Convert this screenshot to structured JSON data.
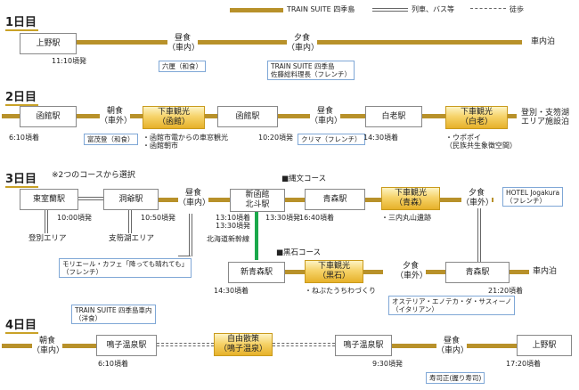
{
  "legend": {
    "train_suite": "TRAIN SUITE 四季島",
    "other": "列車、バス等",
    "walk": "徒歩"
  },
  "day1": {
    "title": "1日目",
    "ueno": "上野駅",
    "ueno_time": "11:10頃発",
    "lunch": "昼食\n（車内）",
    "lunch_note": "六厘（和食）",
    "dinner": "夕食\n（車内）",
    "dinner_note": "TRAIN SUITE 四季島\n佐藤総料理長（フレンチ）",
    "end": "車内泊"
  },
  "day2": {
    "title": "2日目",
    "hakodate1": "函館駅",
    "hakodate1_time": "6:10頃着",
    "breakfast": "朝食\n（車外）",
    "breakfast_note": "富茂登（和食）",
    "tour1": "下車観光\n（函館）",
    "tour1_notes": "・函館市電からの車窓観光\n・函館朝市",
    "hakodate2": "函館駅",
    "hakodate2_time": "10:20頃発",
    "lunch": "昼食\n（車内）",
    "lunch_note": "クリマ（フレンチ）",
    "shiraoi": "白老駅",
    "shiraoi_time": "14:30頃着",
    "tour2": "下車観光\n（白老）",
    "tour2_notes": "・ウポポイ\n（民族共生象徴空間）",
    "end": "登別・支笏湖\nエリア施設泊"
  },
  "day3": {
    "title": "3日目",
    "choice": "※2つのコースから選択",
    "higashimuroran": "東室蘭駅",
    "higashimuroran_time": "10:00頃発",
    "noboribetsu_area": "登別エリア",
    "toya": "洞爺駅",
    "toya_time": "10:50頃発",
    "shikotsu_area": "支笏湖エリア",
    "lunch": "昼食\n（車内）",
    "lunch_note": "モリエール・カフェ「降っても晴れても」\n（フレンチ）",
    "shinhakodate": "新函館\n北斗駅",
    "shinhakodate_times": "13:10頃着\n13:30頃発",
    "shinkansen": "北海道新幹線",
    "shinhakodate_dep": "13:30頃発",
    "course_a": "■縄文コース",
    "aomori1": "青森駅",
    "aomori1_time": "16:40頃着",
    "tour_a": "下車観光\n（青森）",
    "tour_a_note": "・三内丸山遺跡",
    "dinner_a": "夕食\n（車外）",
    "dinner_a_note": "HOTEL Jogakura\n（フレンチ）",
    "course_b": "■黒石コース",
    "shinaomori": "新青森駅",
    "shinaomori_time": "14:30頃着",
    "tour_b": "下車観光\n（黒石）",
    "tour_b_note": "・ねぶたうちわづくり",
    "dinner_b": "夕食\n（車外）",
    "dinner_b_note": "オステリア・エノテカ・ダ・サスィーノ\n（イタリアン）",
    "aomori2": "青森駅",
    "aomori2_time": "21:20頃着",
    "end": "車内泊"
  },
  "day4": {
    "title": "4日目",
    "breakfast_note": "TRAIN SUITE 四季島車内\n（洋食）",
    "breakfast": "朝食\n（車内）",
    "naruko1": "鳴子温泉駅",
    "naruko1_time": "6:10頃着",
    "free": "自由散策\n（鳴子温泉）",
    "naruko2": "鳴子温泉駅",
    "naruko2_time": "9:30頃発",
    "lunch": "昼食\n（車内）",
    "lunch_note": "寿司正(握り寿司)",
    "ueno": "上野駅",
    "ueno_time": "17:20頃着"
  }
}
